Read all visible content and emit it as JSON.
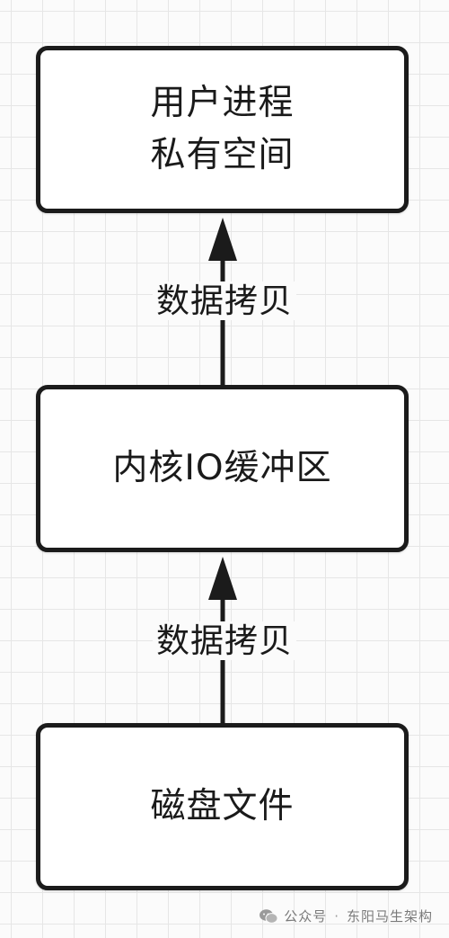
{
  "nodes": {
    "user_process": {
      "line1": "用户进程",
      "line2": "私有空间"
    },
    "kernel_buffer": {
      "line1": "内核IO缓冲区"
    },
    "disk_file": {
      "line1": "磁盘文件"
    }
  },
  "edges": {
    "upper_label": "数据拷贝",
    "lower_label": "数据拷贝"
  },
  "watermark": {
    "channel": "公众号",
    "separator": "·",
    "account": "东阳马生架构",
    "icon": "wechat-icon"
  },
  "colors": {
    "stroke": "#1b1b1b",
    "node_fill": "#ffffff",
    "grid": "#e6e6e6",
    "background": "#fbfbfb"
  }
}
